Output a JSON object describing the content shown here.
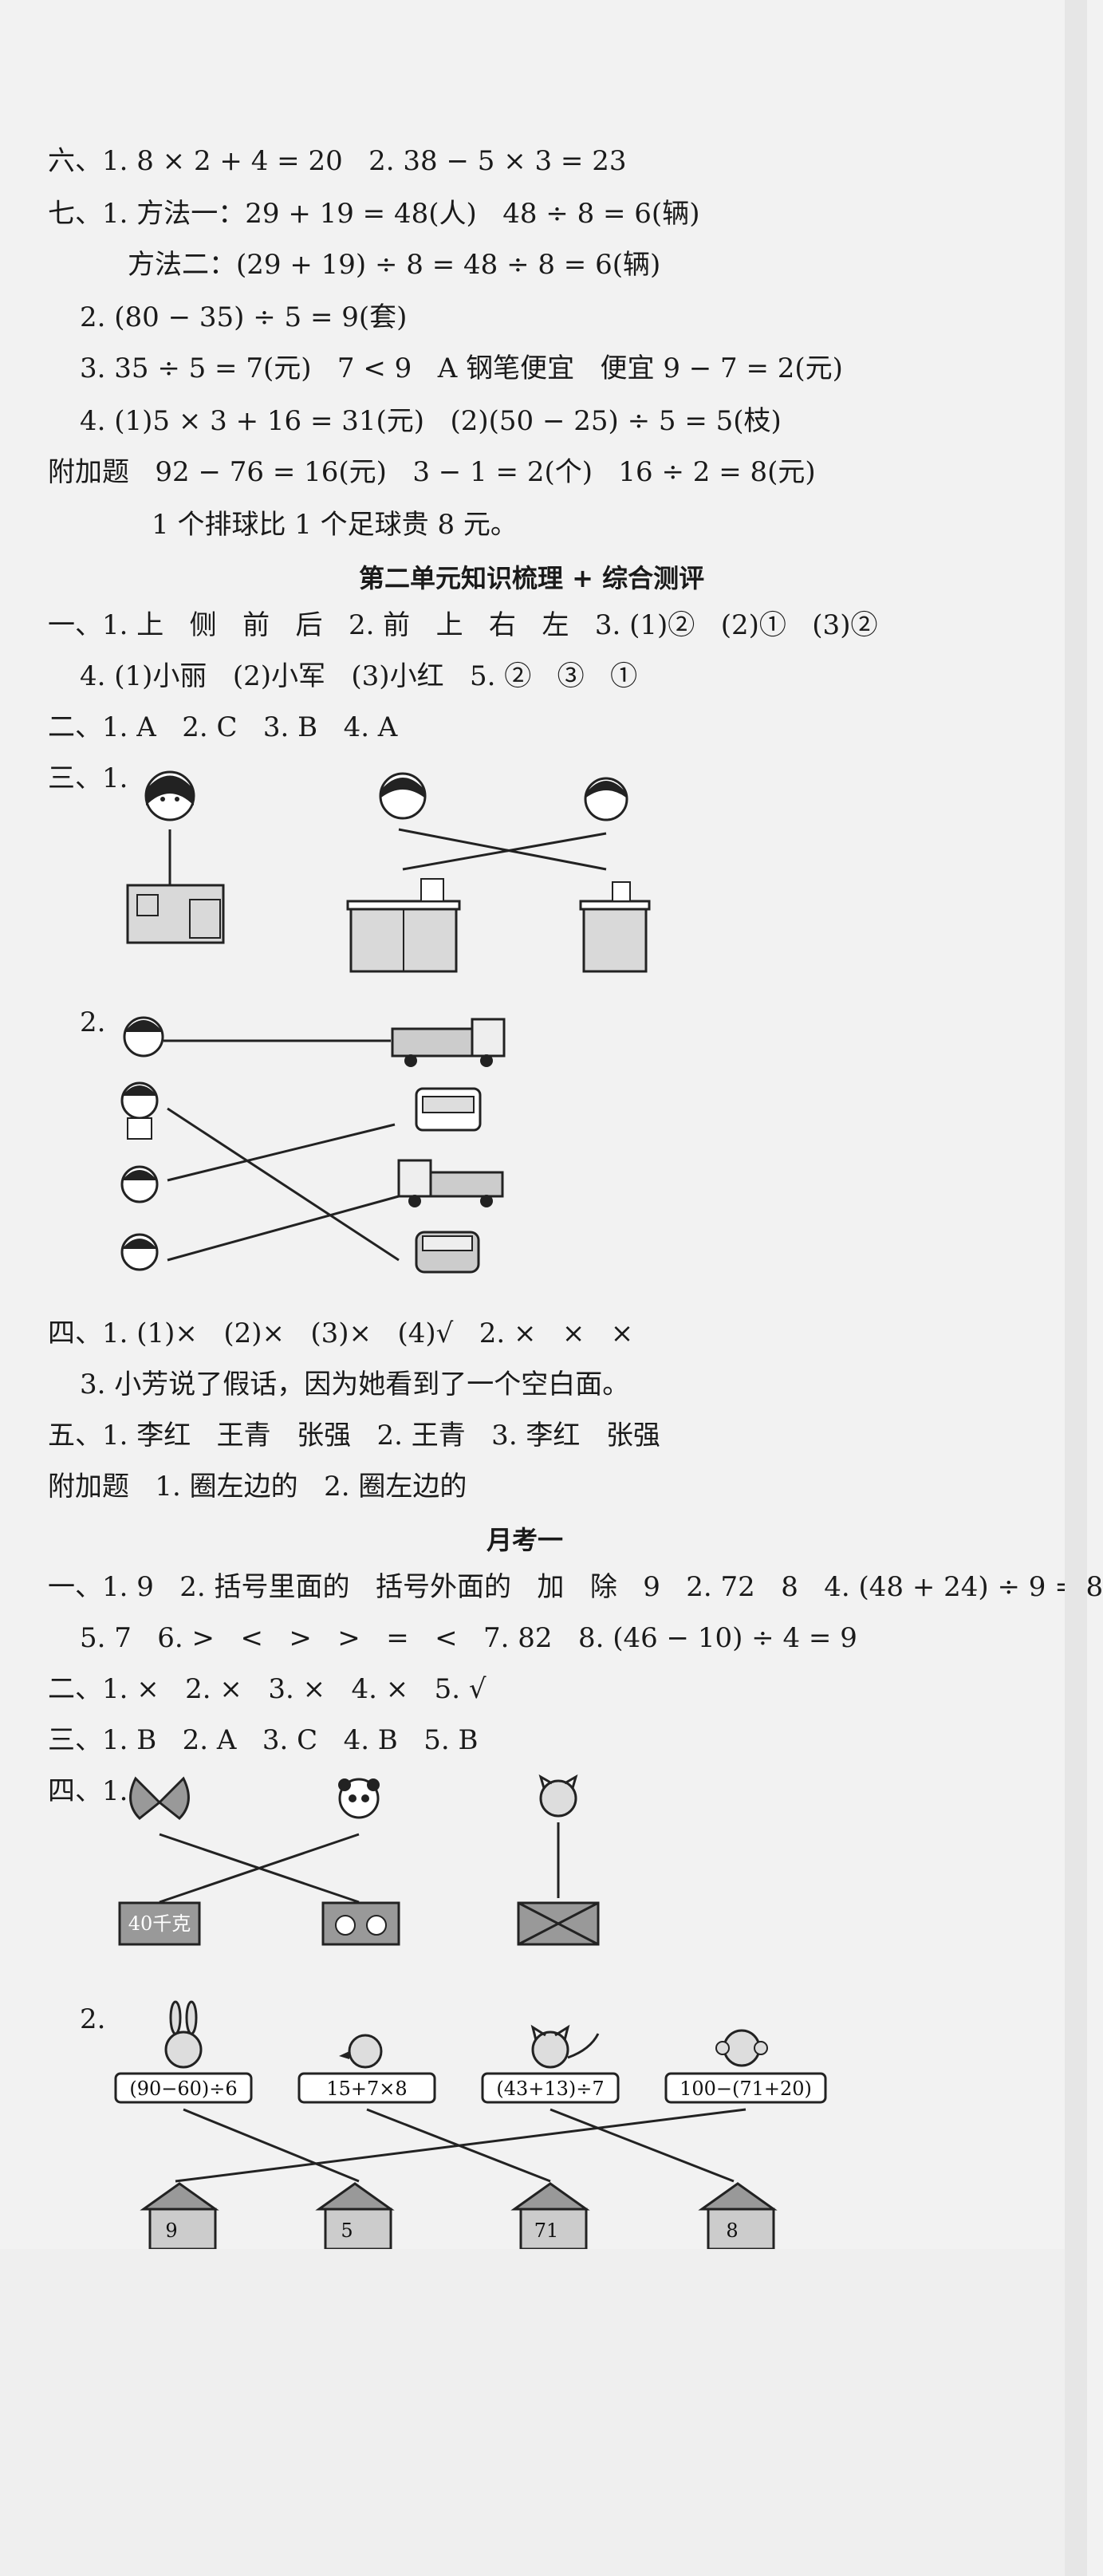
{
  "lines": {
    "l6": "六、1. 8 × 2 + 4 = 20   2. 38 − 5 × 3 = 23",
    "l7a": "七、1. 方法一：29 + 19 = 48(人)   48 ÷ 8 = 6(辆)",
    "l7b": "方法二：(29 + 19) ÷ 8 = 48 ÷ 8 = 6(辆)",
    "l7c": "2. (80 − 35) ÷ 5 = 9(套)",
    "l7d": "3. 35 ÷ 5 = 7(元)   7 < 9   A 钢笔便宜   便宜 9 − 7 = 2(元)",
    "l7e": "4. (1)5 × 3 + 16 = 31(元)   (2)(50 − 25) ÷ 5 = 5(枝)",
    "lfa": "附加题   92 − 76 = 16(元)   3 − 1 = 2(个)   16 ÷ 2 = 8(元)",
    "lfb": "1 个排球比 1 个足球贵 8 元。",
    "h2": "第二单元知识梳理 + 综合测评",
    "u1a": "一、1. 上   侧   前   后   2. 前   上   右   左   3. (1)②   (2)①   (3)②",
    "u1b": "4. (1)小丽   (2)小军   (3)小红   5. ②   ③   ①",
    "u2": "二、1. A   2. C   3. B   4. A",
    "u3": "三、1.",
    "u3b": "2.",
    "u4a": "四、1. (1)×   (2)×   (3)×   (4)√   2. ×   ×   ×",
    "u4b": "3. 小芳说了假话，因为她看到了一个空白面。",
    "u5": "五、1. 李红   王青   张强   2. 王青   3. 李红   张强",
    "u6": "附加题   1. 圈左边的   2. 圈左边的",
    "h3": "月考一",
    "m1a": "一、1. 9   2. 括号里面的   括号外面的   加   除   9   2. 72   8   4. (48 + 24) ÷ 9 = 8",
    "m1b": "5. 7   6. >   <   >   >   =   <   7. 82   8. (46 − 10) ÷ 4 = 9",
    "m2": "二、1. ×   2. ×   3. ×   4. ×   5. √",
    "m3": "三、1. B   2. A   3. C   4. B   5. B",
    "m4": "四、1.",
    "m4b": "2."
  },
  "figure_labels": {
    "box_weight": "40千克",
    "expr1": "(90−60)÷6",
    "expr2": "15+7×8",
    "expr3": "(43+13)÷7",
    "expr4": "100−(71+20)",
    "house1": "9",
    "house2": "5",
    "house3": "71",
    "house4": "8"
  },
  "icons": [
    "girl-face-icon",
    "boy-face-icon",
    "truck-icon",
    "bus-front-icon",
    "car-front-icon",
    "butterfly-icon",
    "panda-icon",
    "cat-icon",
    "rabbit-icon",
    "bird-icon",
    "monkey-icon",
    "house-icon"
  ]
}
